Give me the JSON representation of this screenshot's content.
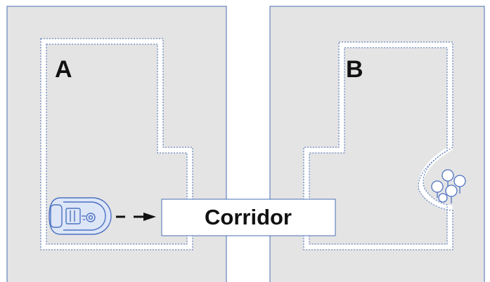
{
  "zones": [
    {
      "label": "A"
    },
    {
      "label": "B"
    }
  ],
  "corridor": {
    "label": "Corridor"
  },
  "icons": {
    "mower": "robotic-mower-icon",
    "arrow": "dashed-arrow-icon",
    "trees": "trees-icon"
  },
  "colors": {
    "lawn": "#e4e4e4",
    "border": "#4a6fb5",
    "boundary_wire": "#ffffff",
    "mower": "#4d72c2"
  }
}
